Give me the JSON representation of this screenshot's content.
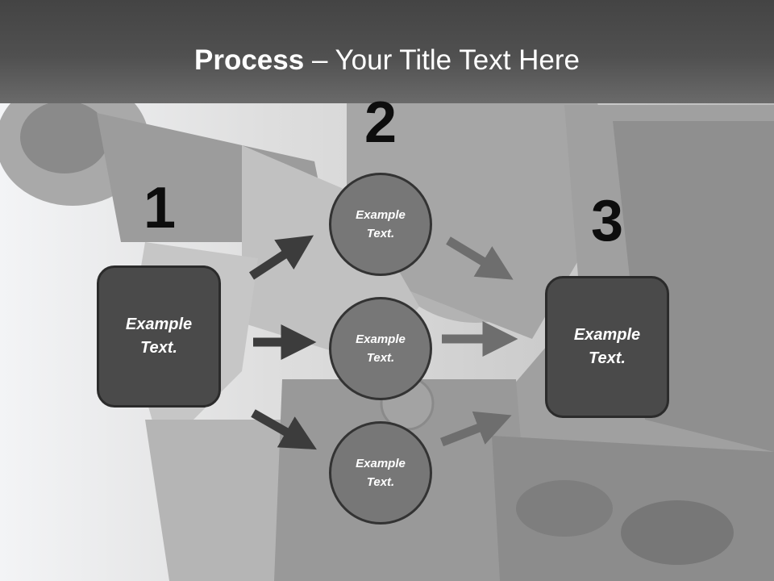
{
  "title": {
    "bold": "Process",
    "rest": " – Your Title Text Here"
  },
  "steps": [
    {
      "number": "1"
    },
    {
      "number": "2"
    },
    {
      "number": "3"
    }
  ],
  "boxes": {
    "left": "Example\nText.",
    "right": "Example\nText."
  },
  "circles": [
    {
      "label": "Example\nText."
    },
    {
      "label": "Example\nText."
    },
    {
      "label": "Example\nText."
    }
  ],
  "colors": {
    "title_bar": "#4a4a4a",
    "dark_box": "#4a4a4a",
    "circle": "#777777",
    "arrow_left": "#3c3c3c",
    "arrow_right": "#6e6e6e"
  }
}
